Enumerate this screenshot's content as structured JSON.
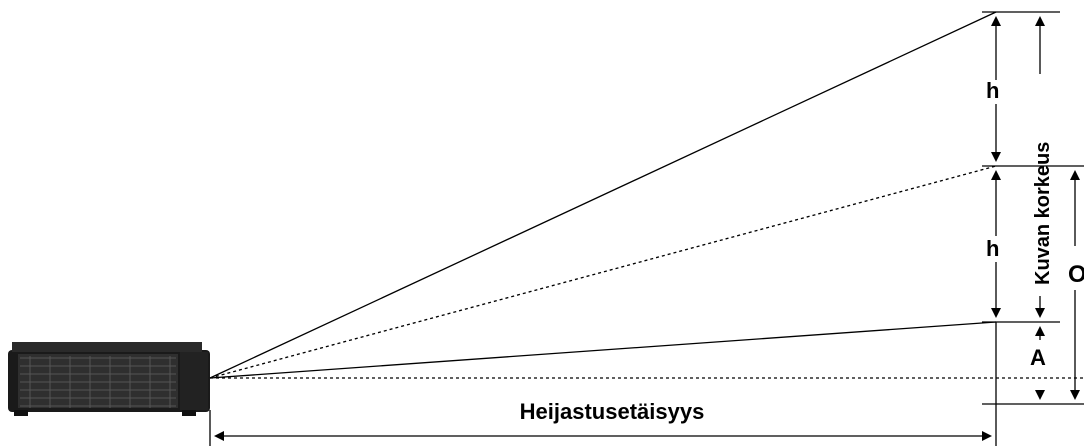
{
  "labels": {
    "h_top": "h",
    "h_bottom": "h",
    "image_height": "Kuvan korkeus",
    "offset": "O",
    "a": "A",
    "throw_distance": "Heijastusetäisyys"
  },
  "colors": {
    "line": "#000000",
    "projector_body": "#1a1a1a",
    "projector_grille": "#555555"
  },
  "icons": {
    "projector": "projector-icon"
  }
}
